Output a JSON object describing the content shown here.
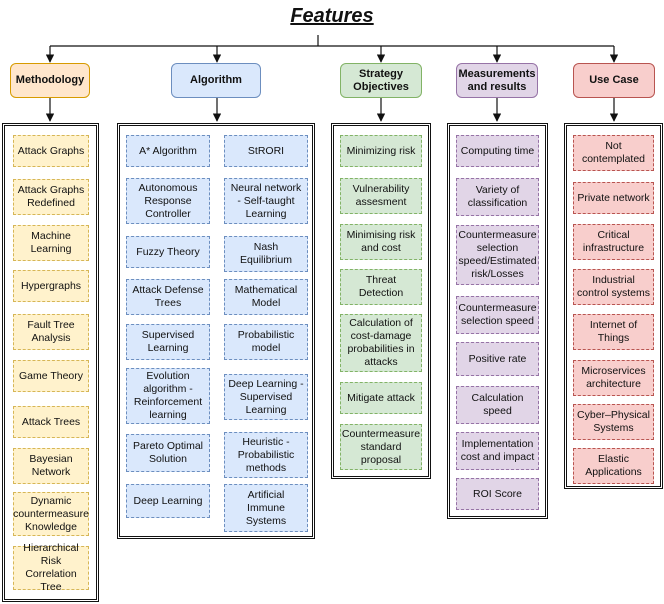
{
  "title": "Features",
  "columns": [
    {
      "header": "Methodology",
      "fill": "#ffe6cc",
      "stroke": "#d79b00",
      "items": [
        "Attack Graphs",
        "Attack Graphs Redefined",
        "Machine Learning",
        "Hypergraphs",
        "Fault Tree Analysis",
        "Game Theory",
        "Attack Trees",
        "Bayesian Network",
        "Dynamic countermeasure Knowledge",
        "Hierarchical Risk Correlation Tree"
      ]
    },
    {
      "header": "Algorithm",
      "fill": "#dae8fc",
      "stroke": "#6c8ebf",
      "left_items": [
        "A* Algorithm",
        "Autonomous Response Controller",
        "Fuzzy Theory",
        "Attack Defense Trees",
        "Supervised Learning",
        "Evolution algorithm - Reinforcement learning",
        "Pareto Optimal Solution",
        "Deep Learning"
      ],
      "right_items": [
        "StRORI",
        "Neural network - Self-taught Learning",
        "Nash Equilibrium",
        "Mathematical Model",
        "Probabilistic model",
        "Deep Learning - Supervised Learning",
        "Heuristic - Probabilistic methods",
        "Artificial Immune Systems"
      ]
    },
    {
      "header": "Strategy Objectives",
      "fill": "#d5e8d4",
      "stroke": "#82b366",
      "items": [
        "Minimizing risk",
        "Vulnerability assesment",
        "Minimising risk and cost",
        "Threat Detection",
        "Calculation of cost-damage probabilities in attacks",
        "Mitigate attack",
        "Countermeasure standard proposal"
      ]
    },
    {
      "header": "Measurements and results",
      "fill": "#e1d5e7",
      "stroke": "#9673a6",
      "items": [
        "Computing time",
        "Variety of classification",
        "Countermeasure selection speed/Estimated risk/Losses",
        "Countermeasure selection speed",
        "Positive rate",
        "Calculation speed",
        "Implementation cost and impact",
        "ROI Score"
      ]
    },
    {
      "header": "Use Case",
      "fill": "#f8cecc",
      "stroke": "#b85450",
      "items": [
        "Not contemplated",
        "Private network",
        "Critical infrastructure",
        "Industrial control systems",
        "Internet of Things",
        "Microservices architecture",
        "Cyber–Physical Systems",
        "Elastic Applications"
      ]
    }
  ]
}
